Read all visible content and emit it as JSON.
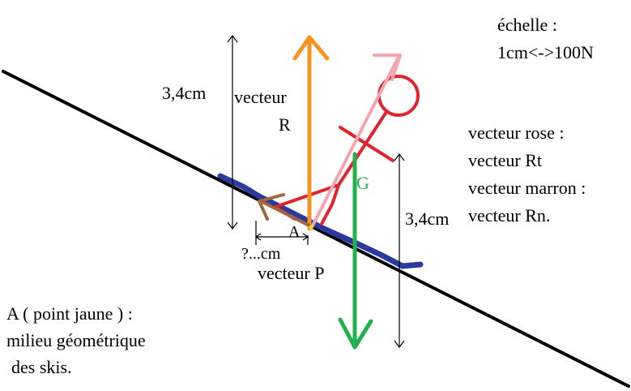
{
  "colors": {
    "slope": "#000000",
    "skis": "#2b3a9e",
    "skier": "#e0242b",
    "vector_R": "#f7941d",
    "vector_G": "#22b14c",
    "vector_Rt": "#f4a5b0",
    "vector_Rn": "#a0663c",
    "dimension": "#000000"
  },
  "labels": {
    "scale_line1": "échelle :",
    "scale_line2": "1cm<->100N",
    "dim_left": "3,4cm",
    "dim_right": "3,4cm",
    "vecteur_R_line1": "vecteur",
    "vecteur_R_line2": "R",
    "vecteur_G": "G",
    "point_A": "A",
    "dim_unknown": "?...cm",
    "vecteur_P": "vecteur P",
    "legend_line1": "vecteur rose :",
    "legend_line2": "vecteur Rt",
    "legend_line3": "vecteur marron :",
    "legend_line4": "vecteur Rn.",
    "note_line1": "A ( point jaune ) :",
    "note_line2": "milieu géométrique",
    "note_line3": "des skis."
  }
}
